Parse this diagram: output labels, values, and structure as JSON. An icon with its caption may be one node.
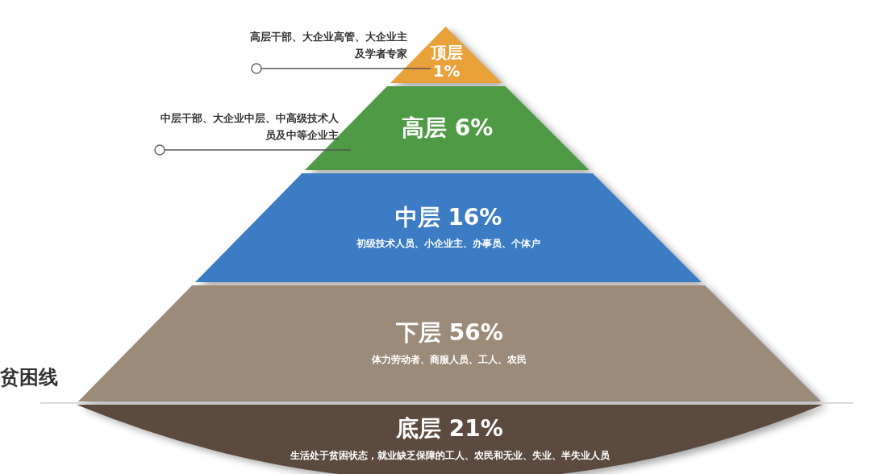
{
  "diagram": {
    "nodes": [
      {
        "text": [
          "顶层 1%"
        ]
      },
      {
        "text": [
          "高层 6%"
        ]
      },
      {
        "text": [
          "中层 16%",
          "初级技术人员、小企业主、办事员、个体户"
        ]
      },
      {
        "text": [
          "下层 56%",
          "体力劳动者、商服人员、工人、农民"
        ]
      },
      {
        "text": [
          "底层 21%",
          "生活处于贫困状态，就业缺乏保障的工人、农民和无业、失业、半失业人员"
        ]
      },
      {
        "text": [
          "高层干部、大企业高管、大企业主及学者专家"
        ]
      },
      {
        "text": [
          "中层干部、大企业中层、中高级技术人员及中等企业主"
        ]
      }
    ],
    "edges": [
      {
        "from": 5,
        "to": 0,
        "arrow": "other"
      },
      {
        "from": 6,
        "to": 1,
        "arrow": "other"
      }
    ],
    "labels": [
      "贫困线"
    ]
  }
}
